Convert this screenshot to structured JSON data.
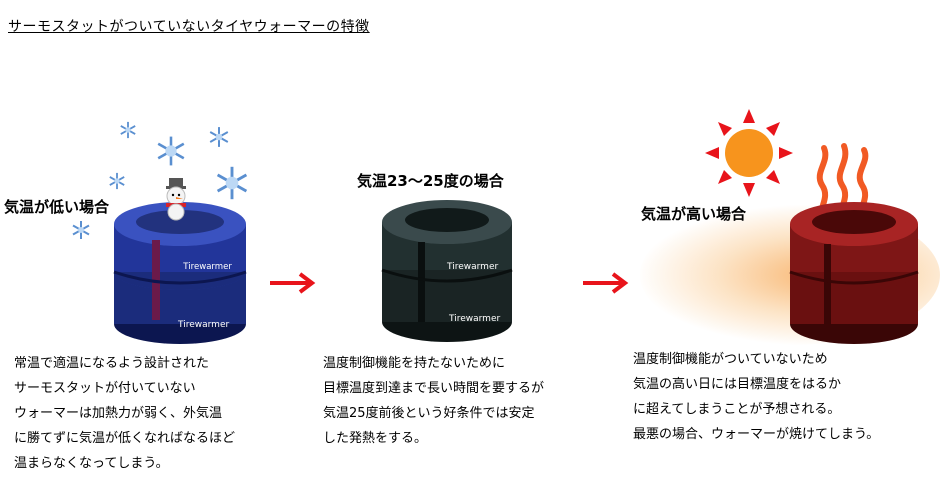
{
  "title": "サーモスタットがついていないタイヤウォーマーの特徴",
  "brand": "Tirewarmer",
  "columns": [
    {
      "id": "low",
      "label": "気温が低い場合",
      "description": [
        "常温で適温になるよう設計された",
        "サーモスタットが付いていない",
        "ウォーマーは加熱力が弱く、外気温",
        "に勝てずに気温が低くなればなるほど",
        "温まらなくなってしまう。"
      ],
      "tire_color": "#1a2a78"
    },
    {
      "id": "mid",
      "label": "気温23〜25度の場合",
      "description": [
        "温度制御機能を持たないために",
        "目標温度到達まで長い時間を要するが",
        "気温25度前後という好条件では安定",
        "した発熱をする。"
      ],
      "tire_color": "#1e2b2c"
    },
    {
      "id": "high",
      "label": "気温が高い場合",
      "description": [
        "温度制御機能がついていないため",
        "気温の高い日には目標温度をはるか",
        "に超えてしまうことが予想される。",
        "最悪の場合、ウォーマーが焼けてしまう。"
      ],
      "tire_color": "#7a1414"
    }
  ],
  "colors": {
    "arrow": "#e8141b",
    "sun": "#f7941d",
    "heat_waves": "#f15a24",
    "snowflake": "#5a8fd0"
  }
}
